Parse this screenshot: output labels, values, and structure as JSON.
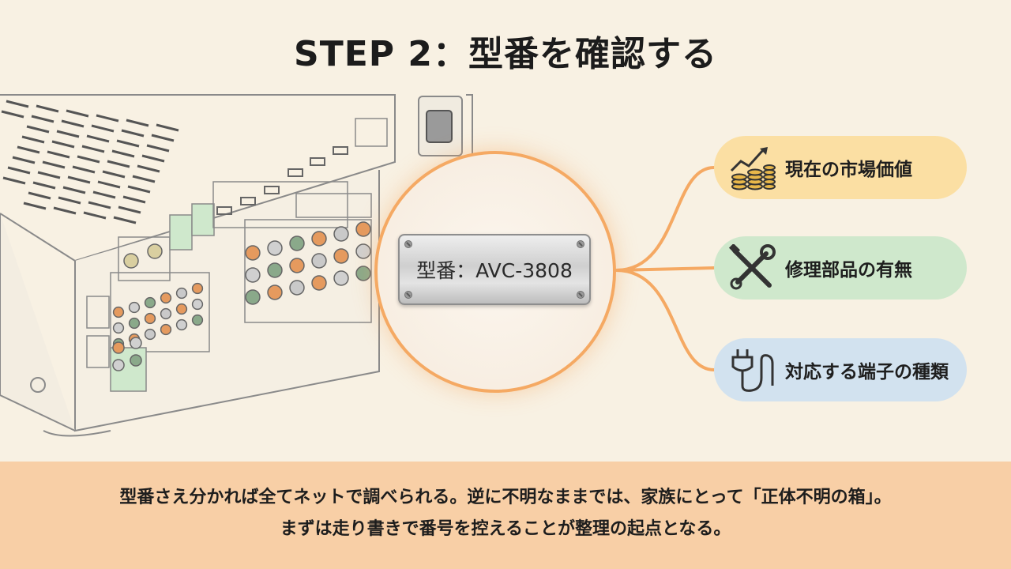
{
  "title": "STEP 2：型番を確認する",
  "plate": {
    "text": "型番：AVC-3808"
  },
  "branches": [
    {
      "label": "現在の市場価値",
      "icon": "chart-coins-icon"
    },
    {
      "label": "修理部品の有無",
      "icon": "tools-icon"
    },
    {
      "label": "対応する端子の種類",
      "icon": "plug-icon"
    }
  ],
  "footer": {
    "line1": "型番さえ分かれば全てネットで調べられる。逆に不明なままでは、家族にとって「正体不明の箱」。",
    "line2": "まずは走り書きで番号を控えることが整理の起点となる。"
  },
  "colors": {
    "background": "#f8f1e3",
    "accent": "#f5a963",
    "pill_value": "#fbdfa3",
    "pill_repair": "#cfe8cc",
    "pill_terminal": "#d2e2ef",
    "footer": "#f8cfa6"
  }
}
